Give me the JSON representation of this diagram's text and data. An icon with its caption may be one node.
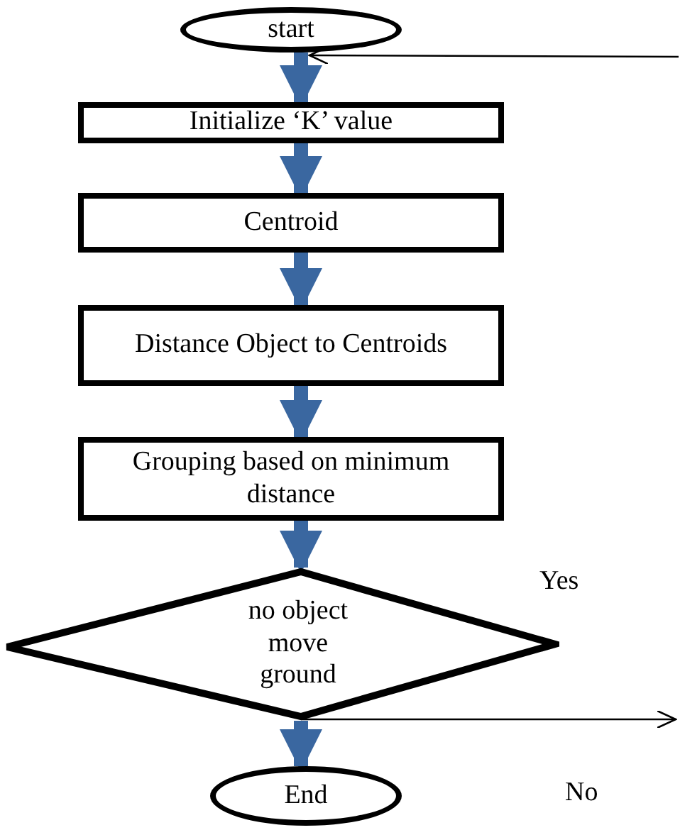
{
  "diagram": {
    "nodes": [
      {
        "text": [
          "start"
        ]
      },
      {
        "text": [
          "Initialize ‘K’ value"
        ]
      },
      {
        "text": [
          "Centroid"
        ]
      },
      {
        "text": [
          "Distance Object to Centroids"
        ]
      },
      {
        "text": [
          "Grouping based on minimum distance"
        ]
      },
      {
        "text": [
          "no object move ground"
        ]
      },
      {
        "text": [
          "End"
        ]
      }
    ],
    "edges": [
      {
        "from": 0,
        "to": 1,
        "arrow": "to"
      },
      {
        "from": 1,
        "to": 2,
        "arrow": "to"
      },
      {
        "from": 2,
        "to": 3,
        "arrow": "to"
      },
      {
        "from": 3,
        "to": 4,
        "arrow": "to"
      },
      {
        "from": 4,
        "to": 5,
        "arrow": "to"
      },
      {
        "from": 5,
        "to": 6,
        "arrow": "to"
      },
      {
        "from": 5,
        "to": null,
        "arrow": "to",
        "label": "No",
        "color": "#000000"
      },
      {
        "from": null,
        "to": 0,
        "arrow": "to",
        "color": "#000000"
      }
    ],
    "labels": [
      "Yes"
    ]
  }
}
